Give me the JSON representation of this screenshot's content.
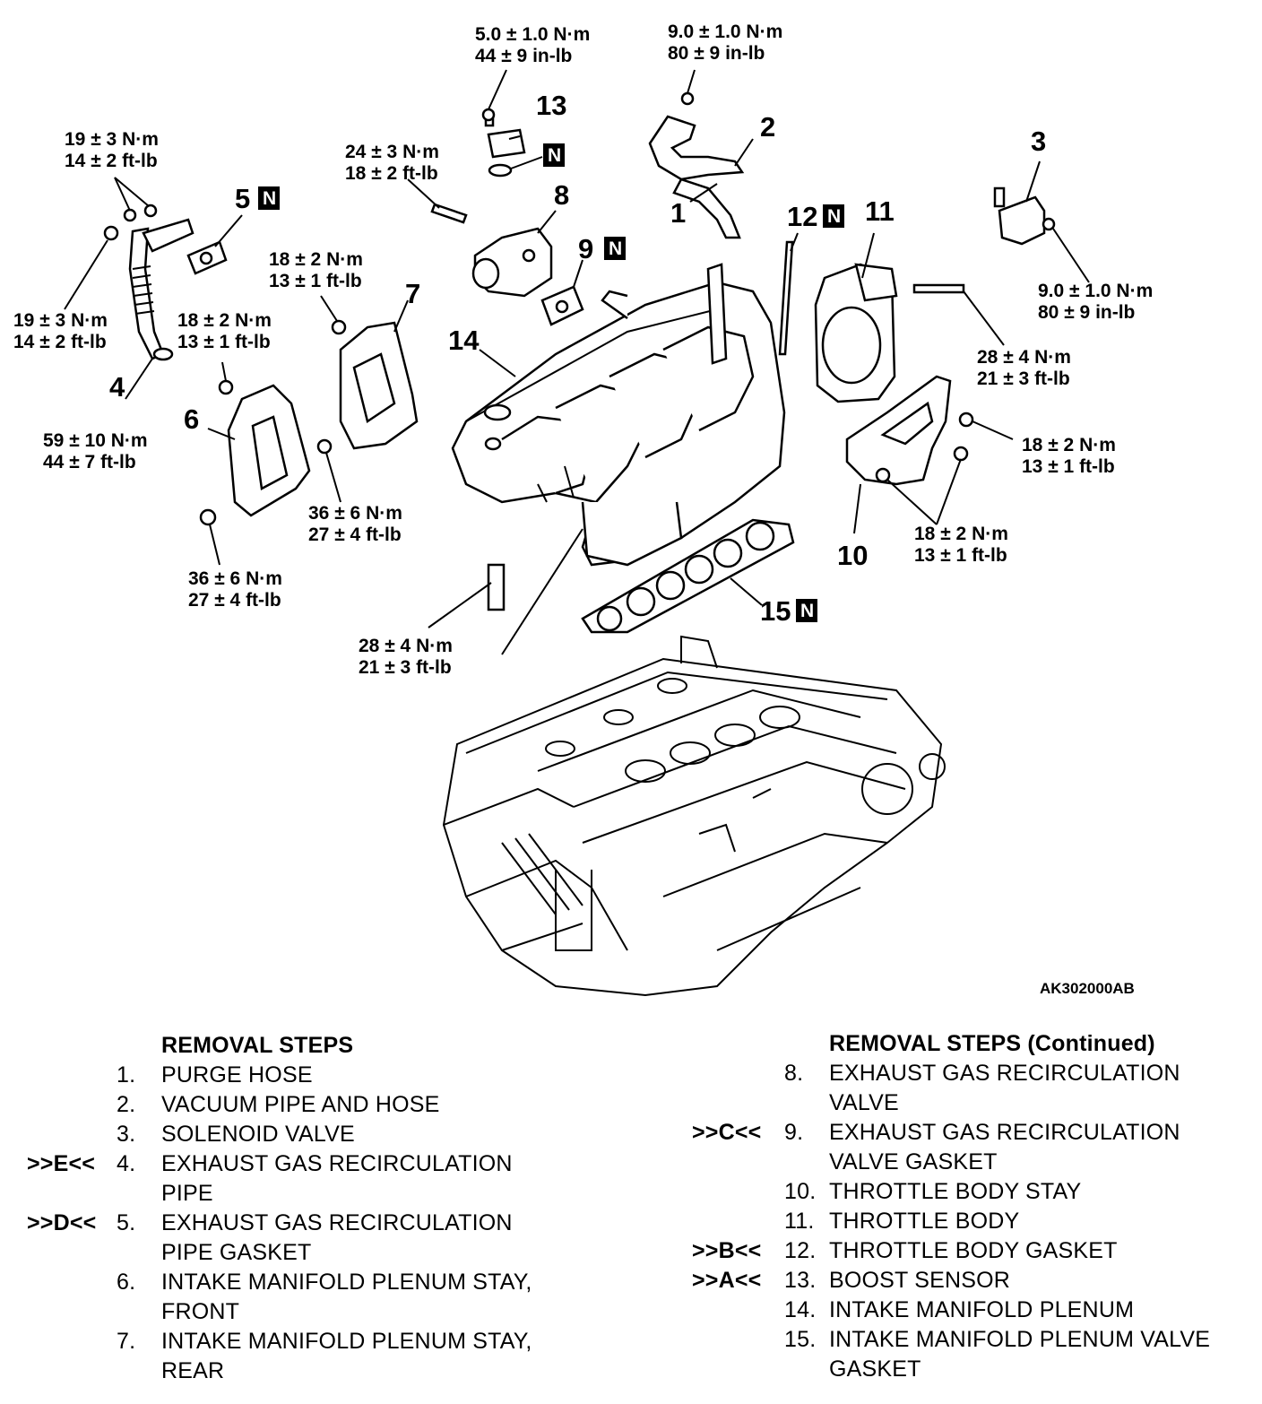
{
  "diagram": {
    "figure_code": "AK302000AB",
    "new_part_mark": "N",
    "torque_specs": [
      {
        "id": "t1",
        "nm": "5.0 ± 1.0 N·m",
        "alt": "44 ± 9 in-lb"
      },
      {
        "id": "t2",
        "nm": "9.0 ± 1.0 N·m",
        "alt": "80 ± 9 in-lb"
      },
      {
        "id": "t3",
        "nm": "19 ± 3 N·m",
        "alt": "14 ± 2 ft-lb"
      },
      {
        "id": "t4",
        "nm": "24 ± 3 N·m",
        "alt": "18 ± 2 ft-lb"
      },
      {
        "id": "t5",
        "nm": "19 ± 3 N·m",
        "alt": "14 ± 2 ft-lb"
      },
      {
        "id": "t6",
        "nm": "18 ± 2 N·m",
        "alt": "13 ± 1 ft-lb"
      },
      {
        "id": "t7",
        "nm": "18 ± 2 N·m",
        "alt": "13 ± 1 ft-lb"
      },
      {
        "id": "t8",
        "nm": "9.0 ± 1.0 N·m",
        "alt": "80 ± 9 in-lb"
      },
      {
        "id": "t9",
        "nm": "28 ± 4 N·m",
        "alt": "21 ± 3 ft-lb"
      },
      {
        "id": "t10",
        "nm": "59 ± 10 N·m",
        "alt": "44 ± 7 ft-lb"
      },
      {
        "id": "t11",
        "nm": "18 ± 2 N·m",
        "alt": "13 ± 1 ft-lb"
      },
      {
        "id": "t12",
        "nm": "36 ± 6 N·m",
        "alt": "27 ± 4 ft-lb"
      },
      {
        "id": "t13",
        "nm": "18 ± 2 N·m",
        "alt": "13 ± 1 ft-lb"
      },
      {
        "id": "t14",
        "nm": "36 ± 6 N·m",
        "alt": "27 ± 4 ft-lb"
      },
      {
        "id": "t15",
        "nm": "28 ± 4 N·m",
        "alt": "21 ± 3 ft-lb"
      }
    ],
    "callouts": [
      "1",
      "2",
      "3",
      "4",
      "5",
      "6",
      "7",
      "8",
      "9",
      "10",
      "11",
      "12",
      "13",
      "14",
      "15"
    ]
  },
  "removal_steps": {
    "left": {
      "title": "REMOVAL STEPS",
      "steps": [
        {
          "mark": "",
          "num": "1.",
          "lines": [
            "PURGE HOSE"
          ]
        },
        {
          "mark": "",
          "num": "2.",
          "lines": [
            "VACUUM PIPE AND HOSE"
          ]
        },
        {
          "mark": "",
          "num": "3.",
          "lines": [
            "SOLENOID VALVE"
          ]
        },
        {
          "mark": ">>E<<",
          "num": "4.",
          "lines": [
            "EXHAUST GAS RECIRCULATION",
            "PIPE"
          ]
        },
        {
          "mark": ">>D<<",
          "num": "5.",
          "lines": [
            "EXHAUST GAS RECIRCULATION",
            "PIPE GASKET"
          ]
        },
        {
          "mark": "",
          "num": "6.",
          "lines": [
            "INTAKE MANIFOLD PLENUM STAY,",
            "FRONT"
          ]
        },
        {
          "mark": "",
          "num": "7.",
          "lines": [
            "INTAKE MANIFOLD PLENUM STAY,",
            "REAR"
          ]
        }
      ]
    },
    "right": {
      "title": "REMOVAL STEPS (Continued)",
      "steps": [
        {
          "mark": "",
          "num": "8.",
          "lines": [
            "EXHAUST GAS RECIRCULATION",
            "VALVE"
          ]
        },
        {
          "mark": ">>C<<",
          "num": "9.",
          "lines": [
            "EXHAUST GAS RECIRCULATION",
            "VALVE GASKET"
          ]
        },
        {
          "mark": "",
          "num": "10.",
          "lines": [
            "THROTTLE BODY STAY"
          ]
        },
        {
          "mark": "",
          "num": "11.",
          "lines": [
            "THROTTLE BODY"
          ]
        },
        {
          "mark": ">>B<<",
          "num": "12.",
          "lines": [
            "THROTTLE BODY GASKET"
          ]
        },
        {
          "mark": ">>A<<",
          "num": "13.",
          "lines": [
            "BOOST SENSOR"
          ]
        },
        {
          "mark": "",
          "num": "14.",
          "lines": [
            "INTAKE MANIFOLD PLENUM"
          ]
        },
        {
          "mark": "",
          "num": "15.",
          "lines": [
            "INTAKE MANIFOLD PLENUM VALVE",
            "GASKET"
          ]
        }
      ]
    }
  }
}
